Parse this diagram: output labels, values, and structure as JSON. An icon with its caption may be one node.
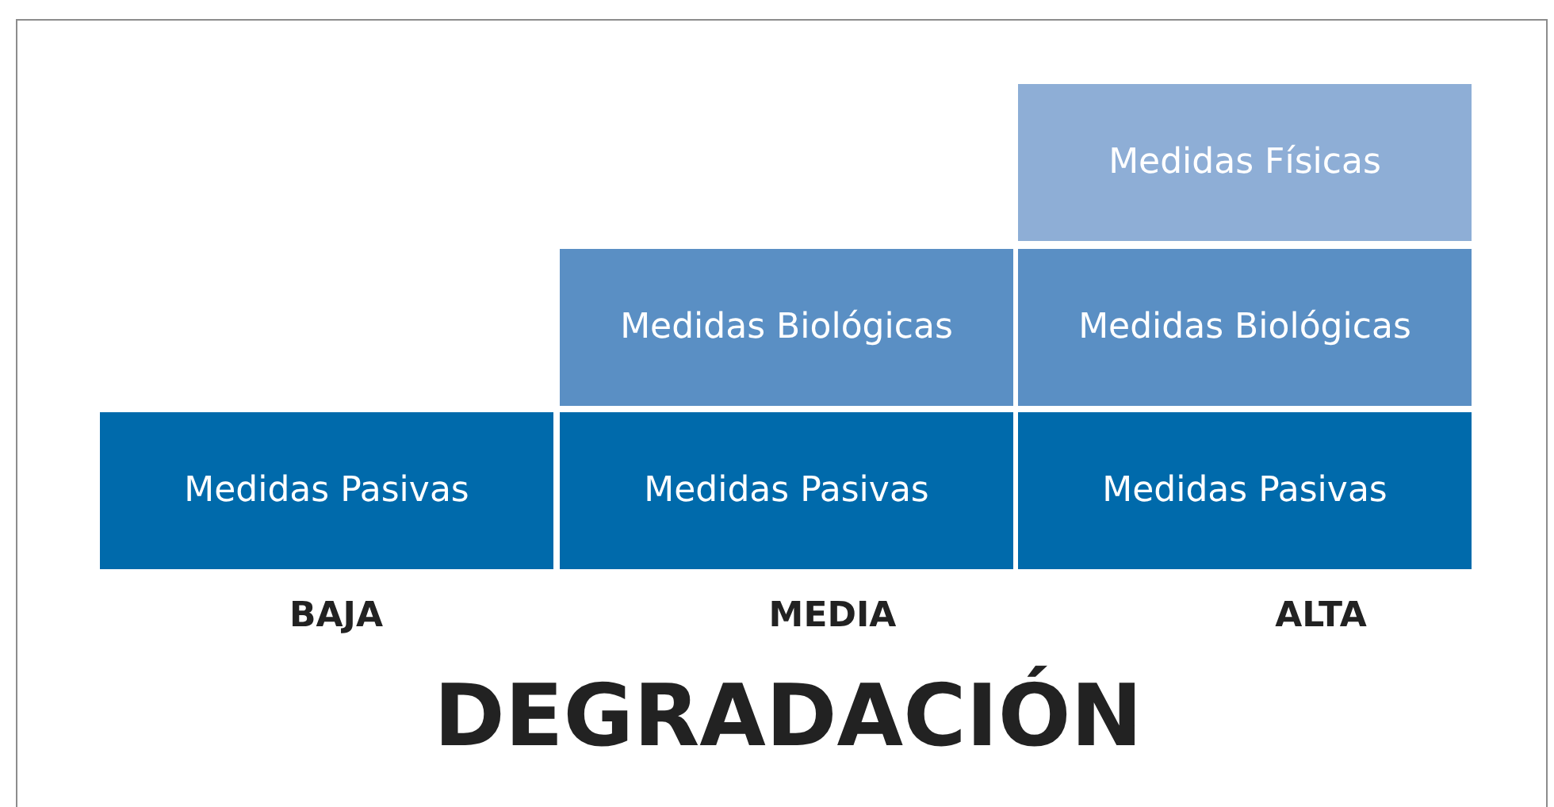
{
  "diagram": {
    "nodes": [
      {
        "text": [
          "Medidas Físicas"
        ]
      },
      {
        "text": [
          "Medidas Biológicas"
        ]
      },
      {
        "text": [
          "Medidas Biológicas"
        ]
      },
      {
        "text": [
          "Medidas Pasivas"
        ]
      },
      {
        "text": [
          "Medidas Pasivas"
        ]
      },
      {
        "text": [
          "Medidas Pasivas"
        ]
      }
    ],
    "edges": [],
    "labels": [
      "BAJA",
      "MEDIA",
      "ALTA",
      "DEGRADACIÓN"
    ]
  }
}
